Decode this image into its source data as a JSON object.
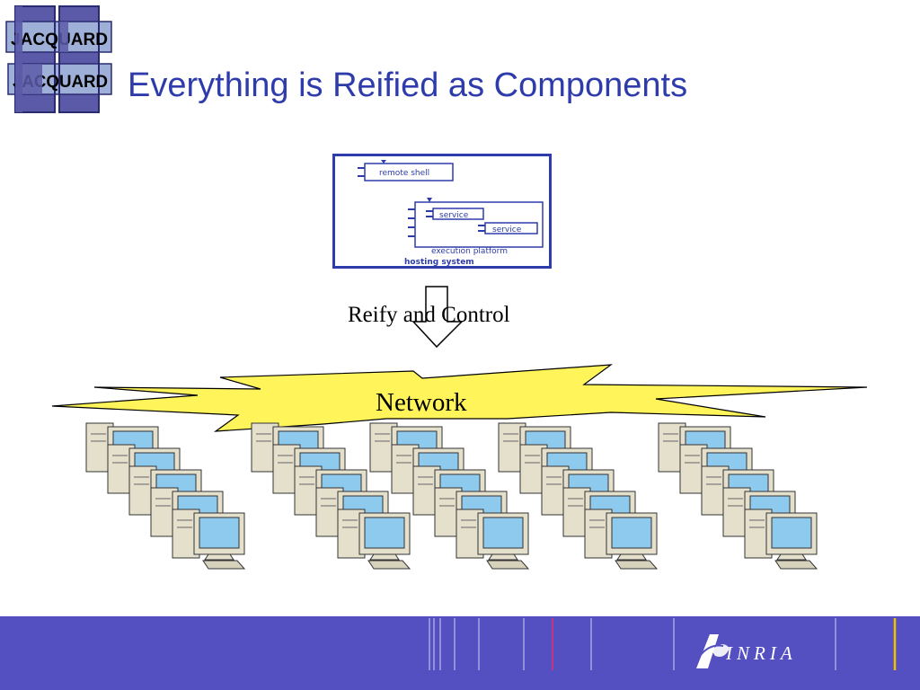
{
  "slide": {
    "title": "Everything is Reified as Components"
  },
  "logo": {
    "text_top": "JACQUARD",
    "text_bottom": "JACQUARD"
  },
  "diagram": {
    "outer_label": "hosting system",
    "remote_shell_label": "remote shell",
    "platform_label": "execution platform",
    "service1_label": "service",
    "service2_label": "service"
  },
  "reify": {
    "label": "Reify and Control"
  },
  "network": {
    "label": "Network",
    "fill_color": "#fff45a",
    "stroke_color": "#000000"
  },
  "footer": {
    "brand": "INRIA",
    "background_color": "#5450c1"
  },
  "colors": {
    "title": "#2e3cab",
    "diagram_stroke": "#2e3cab",
    "computer_body": "#e4e0cc",
    "computer_screen": "#8ec9ee"
  },
  "computers": {
    "group_count": 5,
    "per_group": 5
  }
}
